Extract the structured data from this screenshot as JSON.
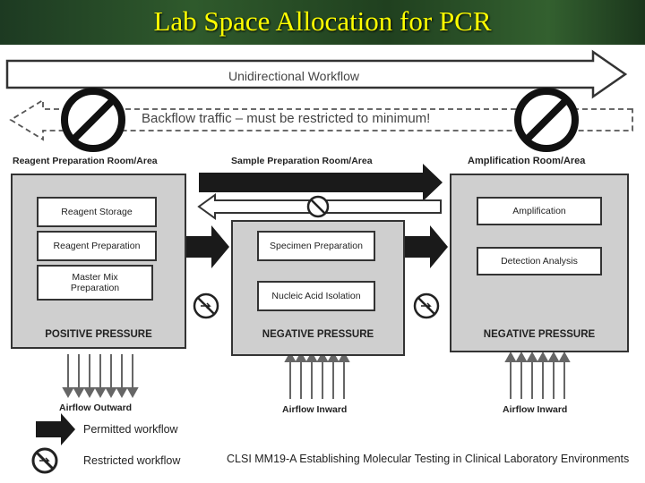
{
  "title": "Lab Space Allocation for PCR",
  "top_arrows": {
    "unidirectional": "Unidirectional Workflow",
    "backflow": "Backflow traffic – must be restricted to minimum!"
  },
  "rooms": [
    {
      "title": "Reagent Preparation Room/Area",
      "steps": [
        "Reagent Storage",
        "Reagent Preparation",
        "Master Mix Preparation"
      ],
      "pressure": "POSITIVE PRESSURE",
      "airflow": "Airflow Outward"
    },
    {
      "title": "Sample Preparation Room/Area",
      "steps": [
        "Specimen Preparation",
        "Nucleic Acid Isolation"
      ],
      "pressure": "NEGATIVE PRESSURE",
      "airflow": "Airflow Inward"
    },
    {
      "title": "Amplification Room/Area",
      "steps": [
        "Amplification",
        "Detection Analysis"
      ],
      "pressure": "NEGATIVE PRESSURE",
      "airflow": "Airflow Inward"
    }
  ],
  "legend": {
    "permitted": "Permitted workflow",
    "restricted": "Restricted workflow"
  },
  "citation": "CLSI MM19-A Establishing Molecular Testing in Clinical Laboratory Environments",
  "colors": {
    "title_text": "#ffff00",
    "title_bg": "#2f5a2c",
    "room_fill": "#cfcfcf",
    "arrow_fill": "#1a1a1a"
  }
}
